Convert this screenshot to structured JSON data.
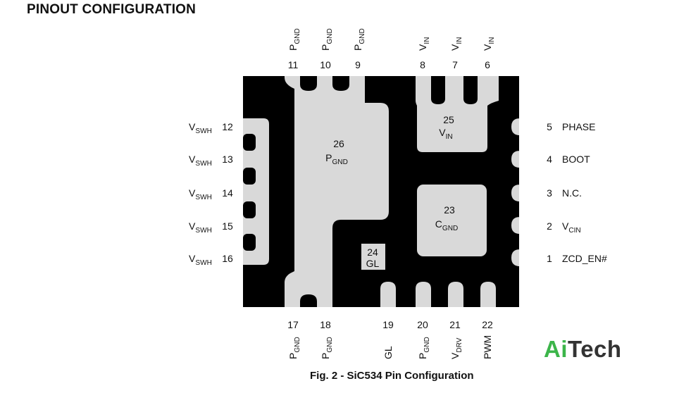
{
  "title": "PINOUT CONFIGURATION",
  "caption": "Fig. 2 - SiC534 Pin Configuration",
  "logo": {
    "part1": "Ai",
    "part2": "Tech"
  },
  "colors": {
    "package": "#000000",
    "pad": "#d9d9d9",
    "text": "#111111",
    "logo_green": "#3cb54a"
  },
  "pins": {
    "top": [
      {
        "num": "11",
        "name": "P",
        "sub": "GND"
      },
      {
        "num": "10",
        "name": "P",
        "sub": "GND"
      },
      {
        "num": "9",
        "name": "P",
        "sub": "GND"
      },
      {
        "num": "8",
        "name": "V",
        "sub": "IN"
      },
      {
        "num": "7",
        "name": "V",
        "sub": "IN"
      },
      {
        "num": "6",
        "name": "V",
        "sub": "IN"
      }
    ],
    "left": [
      {
        "num": "12",
        "name": "V",
        "sub": "SWH"
      },
      {
        "num": "13",
        "name": "V",
        "sub": "SWH"
      },
      {
        "num": "14",
        "name": "V",
        "sub": "SWH"
      },
      {
        "num": "15",
        "name": "V",
        "sub": "SWH"
      },
      {
        "num": "16",
        "name": "V",
        "sub": "SWH"
      }
    ],
    "right": [
      {
        "num": "5",
        "name": "PHASE",
        "sub": ""
      },
      {
        "num": "4",
        "name": "BOOT",
        "sub": ""
      },
      {
        "num": "3",
        "name": "N.C.",
        "sub": ""
      },
      {
        "num": "2",
        "name": "V",
        "sub": "CIN"
      },
      {
        "num": "1",
        "name": "ZCD_EN#",
        "sub": ""
      }
    ],
    "bottom": [
      {
        "num": "17",
        "name": "P",
        "sub": "GND"
      },
      {
        "num": "18",
        "name": "P",
        "sub": "GND"
      },
      {
        "num": "19",
        "name": "GL",
        "sub": ""
      },
      {
        "num": "20",
        "name": "P",
        "sub": "GND"
      },
      {
        "num": "21",
        "name": "V",
        "sub": "DRV"
      },
      {
        "num": "22",
        "name": "PWM",
        "sub": ""
      }
    ]
  },
  "pads": {
    "pgnd": {
      "num": "26",
      "name": "P",
      "sub": "GND"
    },
    "vin": {
      "num": "25",
      "name": "V",
      "sub": "IN"
    },
    "cgnd": {
      "num": "23",
      "name": "C",
      "sub": "GND"
    },
    "gl": {
      "num": "24",
      "name": "GL",
      "sub": ""
    }
  }
}
